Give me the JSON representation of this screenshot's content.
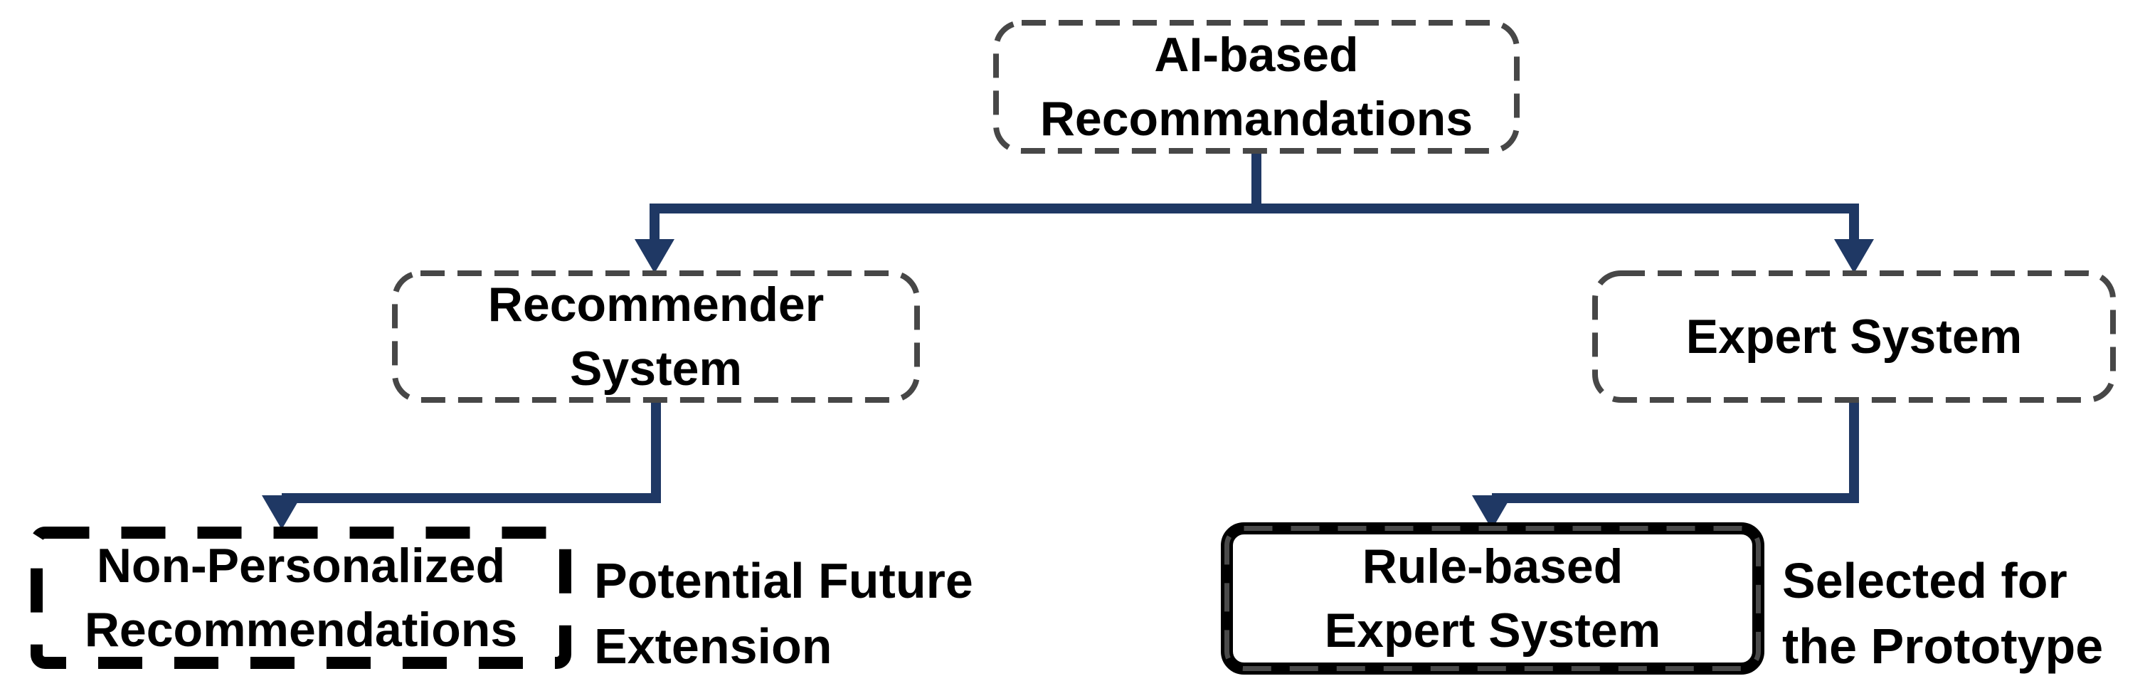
{
  "diagram": {
    "type": "tree",
    "background": "#ffffff",
    "colors": {
      "connector": "#1f3864",
      "dashed_border": "#474747",
      "emphasis_border": "#000000",
      "text": "#000000"
    },
    "nodes": {
      "root": {
        "lines": [
          "AI-based",
          "Recommandations"
        ],
        "style": "gray-dashed"
      },
      "recommender": {
        "lines": [
          "Recommender",
          "System"
        ],
        "style": "gray-dashed"
      },
      "expert": {
        "lines": [
          "Expert System"
        ],
        "style": "gray-dashed"
      },
      "non_personalized": {
        "lines": [
          "Non-Personalized",
          "Recommendations"
        ],
        "style": "heavy-black-dashed"
      },
      "rule_based": {
        "lines": [
          "Rule-based",
          "Expert System"
        ],
        "style": "solid-black-with-inner-dashes"
      }
    },
    "annotations": {
      "future_extension": {
        "lines": [
          "Potential Future",
          "Extension"
        ]
      },
      "selected_prototype": {
        "lines": [
          "Selected for",
          "the Prototype"
        ]
      }
    },
    "edges": [
      {
        "from": "root",
        "to": "recommender"
      },
      {
        "from": "root",
        "to": "expert"
      },
      {
        "from": "recommender",
        "to": "non_personalized"
      },
      {
        "from": "expert",
        "to": "rule_based"
      }
    ]
  }
}
